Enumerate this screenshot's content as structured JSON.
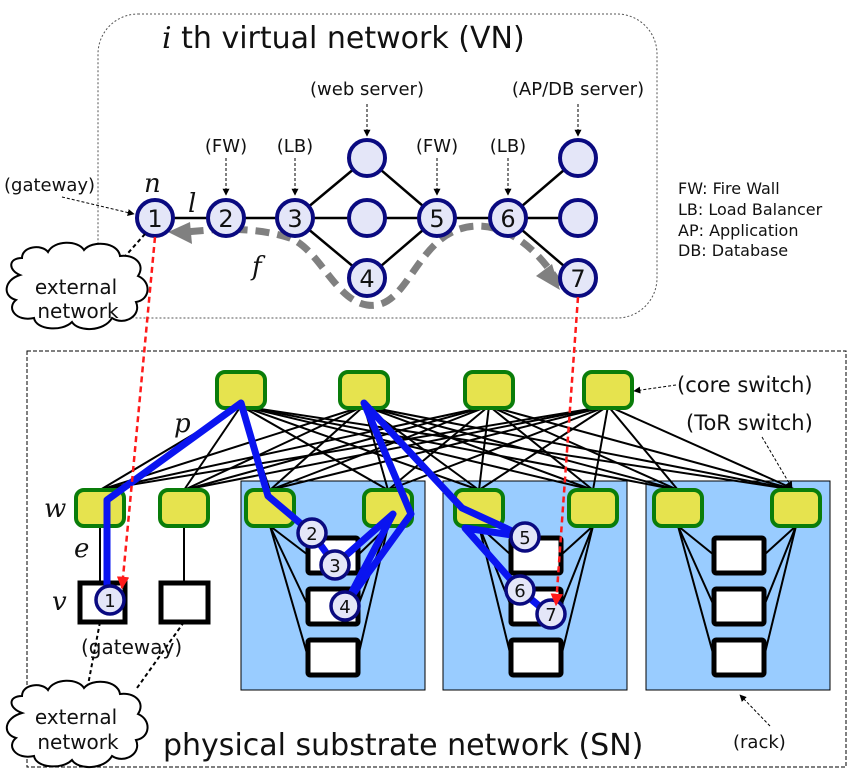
{
  "virtual_network": {
    "title_var": "i",
    "title": " th virtual network (VN)",
    "annotations": {
      "web_server": "(web server)",
      "ap_db_server": "(AP/DB server)",
      "fw1": "(FW)",
      "lb1": "(LB)",
      "fw2": "(FW)",
      "lb2": "(LB)",
      "gateway": "(gateway)"
    },
    "variables": {
      "node": "n",
      "link": "l",
      "flow": "f"
    },
    "nodes": [
      {
        "id": "1",
        "label": "1",
        "role": "gateway"
      },
      {
        "id": "2",
        "label": "2",
        "role": "FW"
      },
      {
        "id": "3",
        "label": "3",
        "role": "LB"
      },
      {
        "id": "web-top",
        "label": "",
        "role": "web server"
      },
      {
        "id": "web-mid",
        "label": "",
        "role": "web server"
      },
      {
        "id": "4",
        "label": "4",
        "role": "web server"
      },
      {
        "id": "5",
        "label": "5",
        "role": "FW"
      },
      {
        "id": "6",
        "label": "6",
        "role": "LB"
      },
      {
        "id": "ap-top",
        "label": "",
        "role": "AP/DB server"
      },
      {
        "id": "ap-mid",
        "label": "",
        "role": "AP/DB server"
      },
      {
        "id": "7",
        "label": "7",
        "role": "AP/DB server"
      }
    ],
    "external_network": [
      "external",
      "network"
    ]
  },
  "legend": [
    "FW: Fire Wall",
    "LB: Load Balancer",
    "AP: Application",
    "DB: Database"
  ],
  "substrate_network": {
    "title": "physical substrate network (SN)",
    "annotations": {
      "core_switch": "(core switch)",
      "tor_switch": "(ToR switch)",
      "rack": "(rack)",
      "gateway": "(gateway)"
    },
    "variables": {
      "path": "p",
      "switch": "w",
      "edge": "e",
      "server": "v"
    },
    "mapped_nodes": [
      "1",
      "2",
      "3",
      "4",
      "5",
      "6",
      "7"
    ],
    "external_network": [
      "external",
      "network"
    ]
  },
  "colors": {
    "vn_node_fill": "#e4e6f8",
    "vn_node_stroke": "#0a0a80",
    "switch_fill": "#e6e34e",
    "switch_stroke": "#0a7d0a",
    "rack_fill": "#99ccff",
    "path_blue": "#0a14f0",
    "mapping_red": "#ff1a1a",
    "flow_gray": "#808080"
  }
}
